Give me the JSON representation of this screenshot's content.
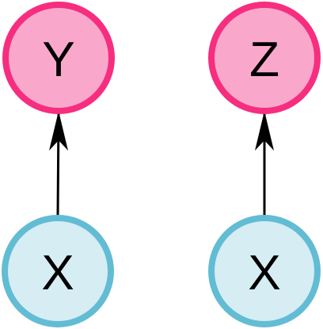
{
  "diagram": {
    "nodes": [
      {
        "id": "y",
        "label": "Y",
        "role": "effect"
      },
      {
        "id": "z",
        "label": "Z",
        "role": "effect"
      },
      {
        "id": "x_left",
        "label": "X",
        "role": "cause"
      },
      {
        "id": "x_right",
        "label": "X",
        "role": "cause"
      }
    ],
    "edges": [
      {
        "from": "x_left",
        "to": "y"
      },
      {
        "from": "x_right",
        "to": "z"
      }
    ],
    "colors": {
      "effect_fill": "#f9a8cb",
      "effect_stroke": "#f72d7f",
      "cause_fill": "#d6edf4",
      "cause_stroke": "#62bcd4",
      "edge": "#000000"
    }
  }
}
